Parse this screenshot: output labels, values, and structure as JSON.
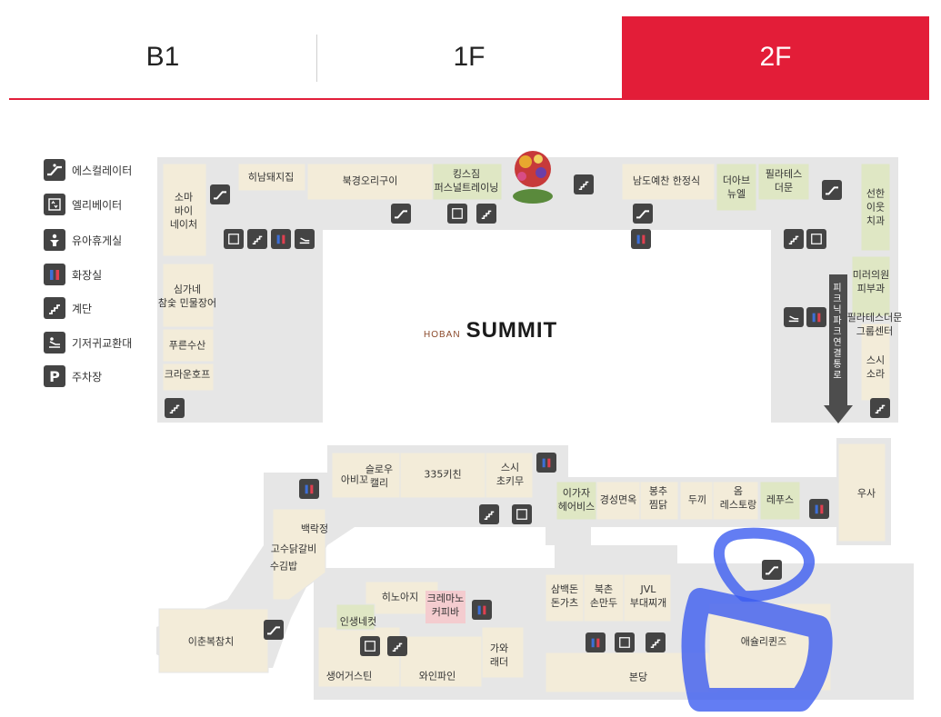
{
  "tabs": [
    {
      "label": "B1",
      "active": false
    },
    {
      "label": "1F",
      "active": false
    },
    {
      "label": "2F",
      "active": true
    }
  ],
  "legend": [
    {
      "icon": "escalator-icon",
      "label": "에스컬레이터"
    },
    {
      "icon": "elevator-icon",
      "label": "엘리베이터"
    },
    {
      "icon": "nursing-room-icon",
      "label": "유아휴게실"
    },
    {
      "icon": "restroom-icon",
      "label": "화장실"
    },
    {
      "icon": "stairs-icon",
      "label": "계단"
    },
    {
      "icon": "diaper-change-icon",
      "label": "기저귀교환대"
    },
    {
      "icon": "parking-icon",
      "label": "주차장",
      "glyph": "P"
    }
  ],
  "brand": {
    "small": "HOBAN",
    "big": "SUMMIT"
  },
  "connector_label": "피크닉파크 연결통로",
  "stores": [
    {
      "id": "soma",
      "text": "소마\n바이\n네이처"
    },
    {
      "id": "hinam",
      "text": "히남돼지집"
    },
    {
      "id": "bukgyeong",
      "text": "북경오리구이"
    },
    {
      "id": "kingsgym",
      "text": "킹스짐\n퍼스널트레이닝"
    },
    {
      "id": "namdo",
      "text": "남도예찬 한정식"
    },
    {
      "id": "theavenue",
      "text": "더아브\n뉴엘"
    },
    {
      "id": "pilates1",
      "text": "필라테스\n더문"
    },
    {
      "id": "seonhan",
      "text": "선한\n이웃\n치과"
    },
    {
      "id": "simgane",
      "text": "심가네\n참숯 민물장어"
    },
    {
      "id": "pureun",
      "text": "푸른수산"
    },
    {
      "id": "crown",
      "text": "크라운호프"
    },
    {
      "id": "mirae",
      "text": "미러의원\n피부과"
    },
    {
      "id": "pilates2",
      "text": "필라테스더문\n그룹센터"
    },
    {
      "id": "sushisora",
      "text": "스시\n소라"
    },
    {
      "id": "usa",
      "text": "우사"
    },
    {
      "id": "abiggo",
      "text": "아비꼬"
    },
    {
      "id": "slowcally",
      "text": "슬로우\n캘리"
    },
    {
      "id": "k335",
      "text": "335키친"
    },
    {
      "id": "sushichokimu",
      "text": "스시\n초키무"
    },
    {
      "id": "igaja",
      "text": "이가자\n헤어비스"
    },
    {
      "id": "gyeongseong",
      "text": "경성면옥"
    },
    {
      "id": "bongchu",
      "text": "봉추\n찜닭"
    },
    {
      "id": "dukki",
      "text": "두끼"
    },
    {
      "id": "om",
      "text": "옴\n레스토랑"
    },
    {
      "id": "lepus",
      "text": "레푸스"
    },
    {
      "id": "baekrak",
      "text": "백락정"
    },
    {
      "id": "gosu",
      "text": "고수닭갈비"
    },
    {
      "id": "sugimbap",
      "text": "수김밥"
    },
    {
      "id": "ichun",
      "text": "이춘복참치"
    },
    {
      "id": "hinoaji",
      "text": "히노아지"
    },
    {
      "id": "cremano",
      "text": "크레마노\n커피바"
    },
    {
      "id": "insaeng",
      "text": "인생네컷"
    },
    {
      "id": "saengeo",
      "text": "생어거스틴"
    },
    {
      "id": "wine",
      "text": "와인파인"
    },
    {
      "id": "gawa",
      "text": "가와\n래더"
    },
    {
      "id": "sambaek",
      "text": "삼백돈\n돈가츠"
    },
    {
      "id": "bukchon",
      "text": "북촌\n손만두"
    },
    {
      "id": "jvl",
      "text": "JVL\n부대찌개"
    },
    {
      "id": "bondang",
      "text": "본당"
    },
    {
      "id": "ashley",
      "text": "애슐리퀸즈"
    }
  ]
}
